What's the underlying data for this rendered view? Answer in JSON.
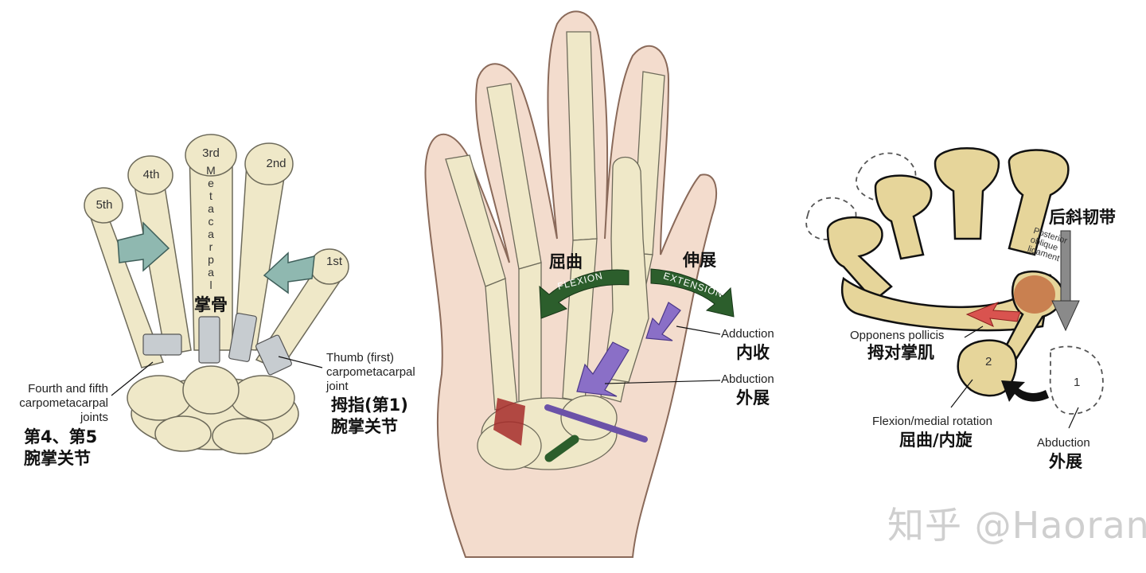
{
  "left": {
    "metacarpals": [
      "5th",
      "4th",
      "3rd",
      "2nd",
      "1st"
    ],
    "vertical_word": [
      "M",
      "e",
      "t",
      "a",
      "c",
      "a",
      "r",
      "p",
      "a",
      "l"
    ],
    "metacarpal_cn": "掌骨",
    "fourth_fifth_en": [
      "Fourth and fifth",
      "carpometacarpal",
      "joints"
    ],
    "fourth_fifth_cn": [
      "第4、第5",
      "腕掌关节"
    ],
    "thumb_en": [
      "Thumb (first)",
      "carpometacarpal",
      "joint"
    ],
    "thumb_cn": [
      "拇指(第1)",
      "腕掌关节"
    ]
  },
  "middle": {
    "flexion_cn": "屈曲",
    "flexion_en": "FLEXION",
    "extension_cn": "伸展",
    "extension_en": "EXTENSION",
    "adduction_en": "Adduction",
    "adduction_cn": "内收",
    "abduction_en": "Abduction",
    "abduction_cn": "外展"
  },
  "right": {
    "ligament_cn": "后斜韧带",
    "ligament_en": [
      "Posterior",
      "oblique",
      "ligament"
    ],
    "opponens_en": "Opponens pollicis",
    "opponens_cn": "拇对掌肌",
    "pos2": "2",
    "pos1": "1",
    "flexion_en": "Flexion/medial rotation",
    "flexion_cn": "屈曲/内旋",
    "abduction_en": "Abduction",
    "abduction_cn": "外展"
  },
  "watermark": "知乎 @Haoran",
  "colors": {
    "bone": "#efe8c8",
    "bone_right": "#e6d59a",
    "skin": "#f3dccd",
    "arrow_green": "#2c5e2c",
    "arrow_purple": "#8a6fc7",
    "arrow_teal": "#8fb8b0",
    "arrow_red": "#d9534f",
    "ligament_gray": "#8a8a8a"
  }
}
